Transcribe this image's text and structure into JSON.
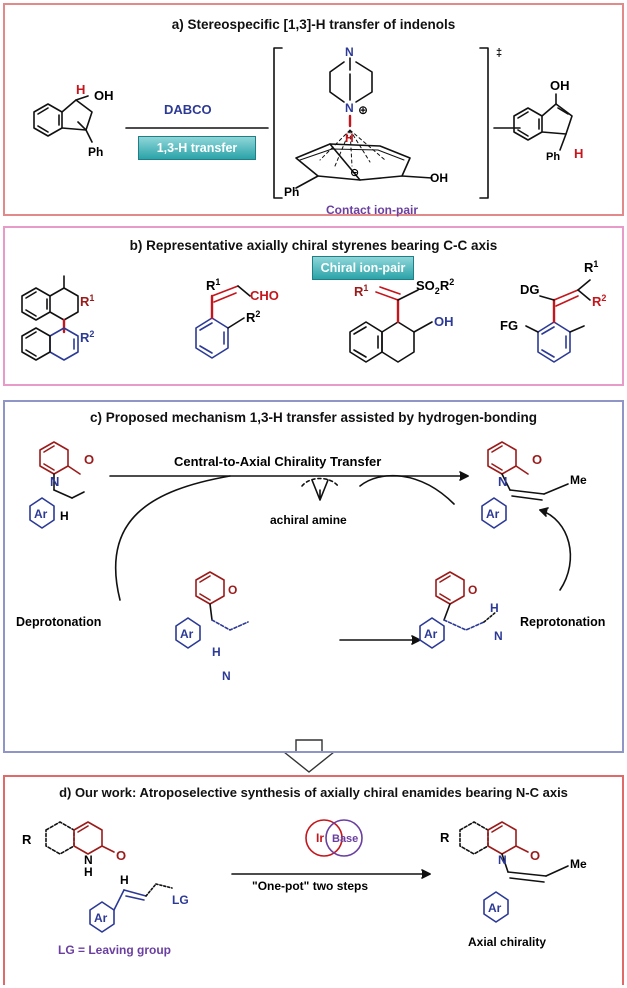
{
  "panel_a": {
    "title": "a) Stereospecific [1,3]-H transfer of indenols",
    "catalyst": "DABCO",
    "process": "1,3-H transfer",
    "ts_label": "Contact ion-pair",
    "dagger": "‡",
    "oh": "OH",
    "h": "H",
    "ph": "Ph",
    "n": "N",
    "plus": "⊕",
    "minus": "⊖"
  },
  "panel_b": {
    "title": "b) Representative axially chiral styrenes bearing C-C axis",
    "r1": "R",
    "r2": "R",
    "sup1": "1",
    "sup2": "2",
    "cho": "CHO",
    "so2": "SO",
    "so2sub": "2",
    "oh": "OH",
    "dg": "DG",
    "fg": "FG"
  },
  "panel_c": {
    "title": "c) Proposed mechanism 1,3-H transfer assisted by hydrogen-bonding",
    "top_arrow": "Central-to-Axial Chirality Transfer",
    "amine": "achiral amine",
    "left": "Deprotonation",
    "right": "Reprotonation",
    "middle": "Chiral ion-pair",
    "ar": "Ar",
    "me": "Me",
    "o": "O",
    "n": "N",
    "h": "H"
  },
  "panel_d": {
    "title": "d) Our work: Atroposelective synthesis of axially chiral enamides bearing N-C axis",
    "ir": "Ir",
    "base": "Base",
    "onepot": "\"One-pot\" two steps",
    "lg": "LG",
    "lg_def": "LG = Leaving group",
    "axial": "Axial chirality",
    "r": "R",
    "ar": "Ar",
    "me": "Me",
    "o": "O",
    "n": "N",
    "h": "H"
  },
  "colors": {
    "red": "#c4161c",
    "blue": "#2c3a96",
    "purple": "#6a3fa0",
    "teal": "#2aa3a8",
    "dark_red": "#9b1b1b",
    "text": "#111111"
  }
}
